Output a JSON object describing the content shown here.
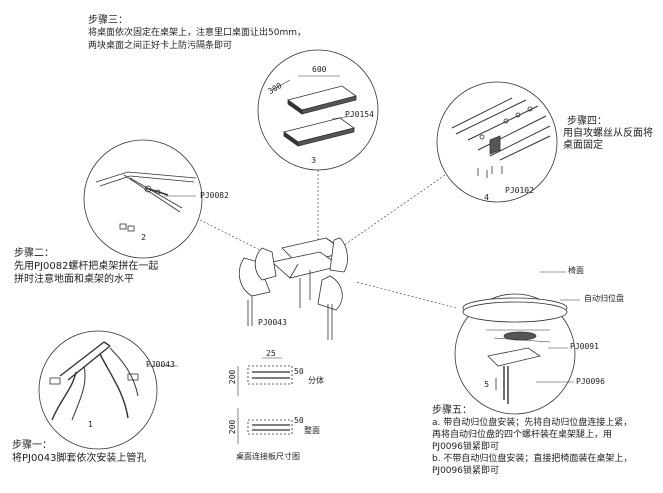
{
  "step3": {
    "title": "步骤三：",
    "line1": "将桌面依次固定在桌架上，注意里口桌面让出50mm，",
    "line2": "两块桌面之间正好卡上防污隔条即可",
    "dim_600": "600",
    "dim_300": "300",
    "part": "PJ0154",
    "num": "3"
  },
  "step4": {
    "title": "步骤四：",
    "line1": "用自攻螺丝从反面将",
    "line2": "桌面固定",
    "part": "PJ0102",
    "num": "4"
  },
  "step2": {
    "title": "步骤二：",
    "line1": "先用PJ0082螺杆把桌架拼在一起",
    "line2": "拼时注意地面和桌架的水平",
    "part": "PJ0082",
    "num": "2"
  },
  "center": {
    "part": "PJ0043"
  },
  "step1": {
    "title": "步骤一：",
    "line1": "将PJ0043脚套依次安装上管孔",
    "part": "PJ0043",
    "num": "1"
  },
  "strip": {
    "caption": "桌面连接板尺寸图",
    "top_25": "25",
    "top_50": "50",
    "top_200": "200",
    "top_label": "分体",
    "bot_50": "50",
    "bot_200": "200",
    "bot_label": "整面"
  },
  "step5": {
    "title": "步骤五：",
    "line_a1": "a. 带自动归位盘安装；先将自动归位盘连接上紧，",
    "line_a2": "再将自动归位盘的四个螺杆装在桌架腿上，用",
    "line_a3": "PJ0096锁紧即可",
    "line_b1": "b. 不带自动归位盘安装；直接把椅面装在桌架上，",
    "line_b2": "PJ0096锁紧即可",
    "label_seat": "椅面",
    "label_disc": "自动归位盘",
    "part1": "PJ0091",
    "part2": "PJ0096",
    "num": "5"
  }
}
